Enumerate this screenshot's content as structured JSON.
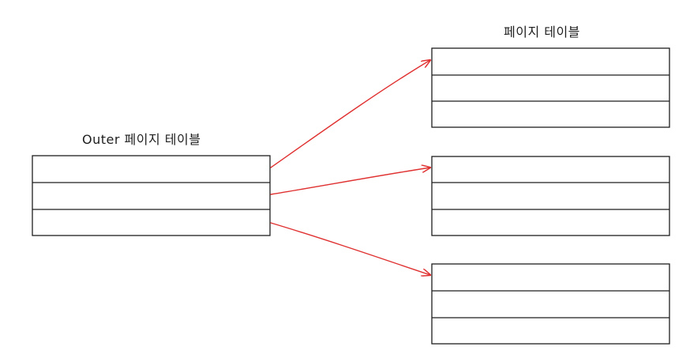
{
  "labels": {
    "outer_table": "Outer 페이지 테이블",
    "page_table": "페이지 테이블"
  },
  "tables": {
    "outer": {
      "name": "outer-page-table",
      "rows": 3
    },
    "pages": [
      {
        "name": "page-table-1",
        "rows": 3
      },
      {
        "name": "page-table-2",
        "rows": 3
      },
      {
        "name": "page-table-3",
        "rows": 3
      }
    ]
  },
  "colors": {
    "stroke": "#1e1e1e",
    "arrow": "#e03131",
    "background": "#ffffff"
  }
}
